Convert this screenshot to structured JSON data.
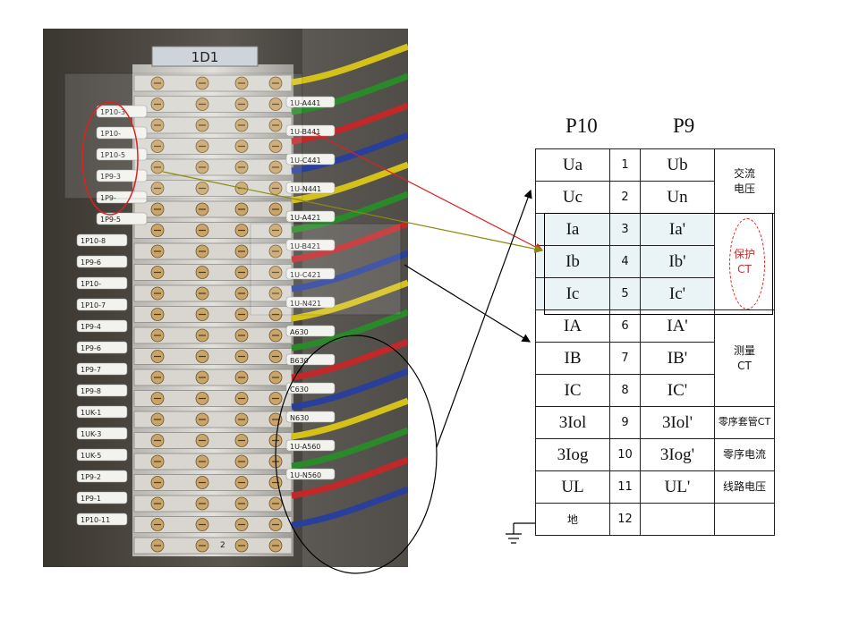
{
  "photo": {
    "block_label": "1D1",
    "wire_tags_left": [
      "1P10-3",
      "1P10-",
      "1P10-5",
      "1P9-3",
      "1P9-",
      "1P9-5",
      "1P10-8",
      "1P9-6",
      "1P10-",
      "1P10-7",
      "1P9-4",
      "1P9-6",
      "1P9-7",
      "1P9-8",
      "1UK-1",
      "1UK-3",
      "1UK-5",
      "1P9-2",
      "1P9-1",
      "1P10-11"
    ],
    "wire_tags_right": [
      "1U-A441",
      "1U-B441",
      "1U-C441",
      "1U-N441",
      "1U-A421",
      "1U-B421",
      "1U-C421",
      "1U-N421",
      "A630",
      "B630",
      "C630",
      "N630",
      "1U-A560",
      "1U-N560"
    ],
    "bottom_label": "2"
  },
  "table": {
    "headers": {
      "left": "P10",
      "right": "P9"
    },
    "rows": [
      {
        "p10": "Ua",
        "num": "1",
        "p9": "Ub"
      },
      {
        "p10": "Uc",
        "num": "2",
        "p9": "Un"
      },
      {
        "p10": "Ia",
        "num": "3",
        "p9": "Ia'"
      },
      {
        "p10": "Ib",
        "num": "4",
        "p9": "Ib'"
      },
      {
        "p10": "Ic",
        "num": "5",
        "p9": "Ic'"
      },
      {
        "p10": "IA",
        "num": "6",
        "p9": "IA'"
      },
      {
        "p10": "IB",
        "num": "7",
        "p9": "IB'"
      },
      {
        "p10": "IC",
        "num": "8",
        "p9": "IC'"
      },
      {
        "p10": "3Iol",
        "num": "9",
        "p9": "3Iol'"
      },
      {
        "p10": "3Iog",
        "num": "10",
        "p9": "3Iog'"
      },
      {
        "p10": "UL",
        "num": "11",
        "p9": "UL'"
      },
      {
        "p10": "地",
        "num": "12",
        "p9": ""
      }
    ],
    "groups": {
      "ac_voltage": [
        "交流",
        "电压"
      ],
      "protection_ct": [
        "保护",
        "CT"
      ],
      "measurement_ct": [
        "测量",
        "CT"
      ],
      "zero_seq_bushing_ct": "零序套管CT",
      "zero_seq_current": "零序电流",
      "line_voltage": "线路电压"
    }
  },
  "colors": {
    "red_arrow": "#e02020",
    "olive_arrow": "#8a8a10",
    "black_arrow": "#000000",
    "highlight_fill": "#eaf3f6"
  }
}
